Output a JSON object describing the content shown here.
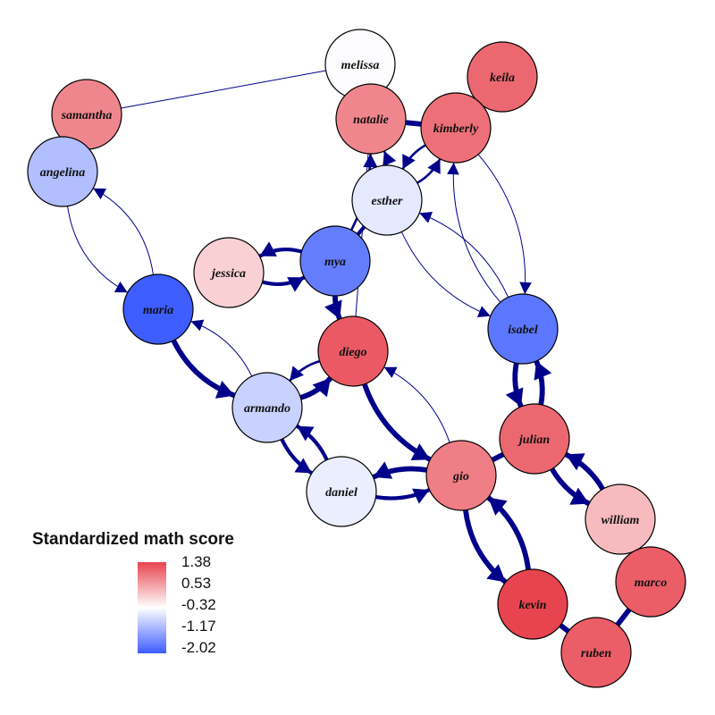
{
  "diagram": {
    "type": "network",
    "edge_color": "#00008B",
    "node_stroke": "#000000",
    "nodes": [
      {
        "id": "melissa",
        "label": "melissa",
        "score": -0.35
      },
      {
        "id": "keila",
        "label": "keila",
        "score": 1.05
      },
      {
        "id": "samantha",
        "label": "samantha",
        "score": 0.78
      },
      {
        "id": "natalie",
        "label": "natalie",
        "score": 0.78
      },
      {
        "id": "kimberly",
        "label": "kimberly",
        "score": 0.98
      },
      {
        "id": "angelina",
        "label": "angelina",
        "score": -1.0
      },
      {
        "id": "esther",
        "label": "esther",
        "score": -0.55
      },
      {
        "id": "jessica",
        "label": "jessica",
        "score": 0.1
      },
      {
        "id": "mya",
        "label": "mya",
        "score": -1.68
      },
      {
        "id": "maria",
        "label": "maria",
        "score": -2.02
      },
      {
        "id": "isabel",
        "label": "isabel",
        "score": -1.75
      },
      {
        "id": "diego",
        "label": "diego",
        "score": 1.18
      },
      {
        "id": "armando",
        "label": "armando",
        "score": -0.8
      },
      {
        "id": "julian",
        "label": "julian",
        "score": 1.05
      },
      {
        "id": "daniel",
        "label": "daniel",
        "score": -0.5
      },
      {
        "id": "gio",
        "label": "gio",
        "score": 0.85
      },
      {
        "id": "william",
        "label": "william",
        "score": 0.3
      },
      {
        "id": "kevin",
        "label": "kevin",
        "score": 1.38
      },
      {
        "id": "marco",
        "label": "marco",
        "score": 1.15
      },
      {
        "id": "ruben",
        "label": "ruben",
        "score": 1.15
      }
    ],
    "edges": [
      {
        "from": "samantha",
        "to": "melissa",
        "weight": 1,
        "arrow": false,
        "curve": 0
      },
      {
        "from": "angelina",
        "to": "maria",
        "weight": 1,
        "arrow": true,
        "curve": 0.25
      },
      {
        "from": "maria",
        "to": "angelina",
        "weight": 1,
        "arrow": true,
        "curve": 0.25
      },
      {
        "from": "jessica",
        "to": "mya",
        "weight": 3,
        "arrow": true,
        "curve": 0.2
      },
      {
        "from": "mya",
        "to": "jessica",
        "weight": 3,
        "arrow": true,
        "curve": 0.2
      },
      {
        "from": "mya",
        "to": "natalie",
        "weight": 2,
        "arrow": true,
        "curve": 0.12
      },
      {
        "from": "mya",
        "to": "esther",
        "weight": 3,
        "arrow": false,
        "curve": 0
      },
      {
        "from": "esther",
        "to": "natalie",
        "weight": 2,
        "arrow": true,
        "curve": 0.1
      },
      {
        "from": "natalie",
        "to": "kimberly",
        "weight": 4,
        "arrow": false,
        "curve": 0
      },
      {
        "from": "esther",
        "to": "kimberly",
        "weight": 2,
        "arrow": true,
        "curve": 0.15
      },
      {
        "from": "kimberly",
        "to": "esther",
        "weight": 2,
        "arrow": true,
        "curve": 0.15
      },
      {
        "from": "kimberly",
        "to": "isabel",
        "weight": 1,
        "arrow": true,
        "curve": -0.2
      },
      {
        "from": "isabel",
        "to": "kimberly",
        "weight": 1,
        "arrow": true,
        "curve": -0.2
      },
      {
        "from": "esther",
        "to": "isabel",
        "weight": 1,
        "arrow": true,
        "curve": 0.2
      },
      {
        "from": "isabel",
        "to": "esther",
        "weight": 1,
        "arrow": true,
        "curve": 0.2
      },
      {
        "from": "natalie",
        "to": "diego",
        "weight": 1,
        "arrow": false,
        "curve": 0
      },
      {
        "from": "mya",
        "to": "diego",
        "weight": 4,
        "arrow": true,
        "curve": 0.1
      },
      {
        "from": "maria",
        "to": "armando",
        "weight": 4,
        "arrow": true,
        "curve": 0.2
      },
      {
        "from": "armando",
        "to": "maria",
        "weight": 1,
        "arrow": true,
        "curve": 0.2
      },
      {
        "from": "armando",
        "to": "diego",
        "weight": 4,
        "arrow": true,
        "curve": 0.15
      },
      {
        "from": "diego",
        "to": "armando",
        "weight": 2,
        "arrow": true,
        "curve": 0.15
      },
      {
        "from": "armando",
        "to": "daniel",
        "weight": 3,
        "arrow": true,
        "curve": 0.15
      },
      {
        "from": "daniel",
        "to": "armando",
        "weight": 3,
        "arrow": true,
        "curve": 0.15
      },
      {
        "from": "diego",
        "to": "gio",
        "weight": 4,
        "arrow": true,
        "curve": 0.2
      },
      {
        "from": "gio",
        "to": "diego",
        "weight": 1,
        "arrow": true,
        "curve": 0.2
      },
      {
        "from": "gio",
        "to": "daniel",
        "weight": 4,
        "arrow": true,
        "curve": 0.15
      },
      {
        "from": "daniel",
        "to": "gio",
        "weight": 3,
        "arrow": true,
        "curve": 0.15
      },
      {
        "from": "gio",
        "to": "julian",
        "weight": 4,
        "arrow": false,
        "curve": 0
      },
      {
        "from": "isabel",
        "to": "julian",
        "weight": 4,
        "arrow": true,
        "curve": 0.15
      },
      {
        "from": "julian",
        "to": "isabel",
        "weight": 4,
        "arrow": true,
        "curve": 0.15
      },
      {
        "from": "julian",
        "to": "william",
        "weight": 4,
        "arrow": true,
        "curve": 0.15
      },
      {
        "from": "william",
        "to": "julian",
        "weight": 4,
        "arrow": true,
        "curve": 0.15
      },
      {
        "from": "gio",
        "to": "kevin",
        "weight": 4,
        "arrow": true,
        "curve": 0.2
      },
      {
        "from": "kevin",
        "to": "gio",
        "weight": 4,
        "arrow": true,
        "curve": 0.2
      },
      {
        "from": "kevin",
        "to": "ruben",
        "weight": 4,
        "arrow": false,
        "curve": 0
      },
      {
        "from": "ruben",
        "to": "marco",
        "weight": 4,
        "arrow": false,
        "curve": 0
      }
    ]
  },
  "legend": {
    "title": "Standardized math score",
    "ticks": [
      "1.38",
      "0.53",
      "-0.32",
      "-1.17",
      "-2.02"
    ],
    "colors": {
      "high": "#E8444F",
      "mid": "#FFFFFF",
      "low": "#3D5DFF"
    },
    "min": -2.02,
    "max": 1.38,
    "mid": -0.32
  }
}
